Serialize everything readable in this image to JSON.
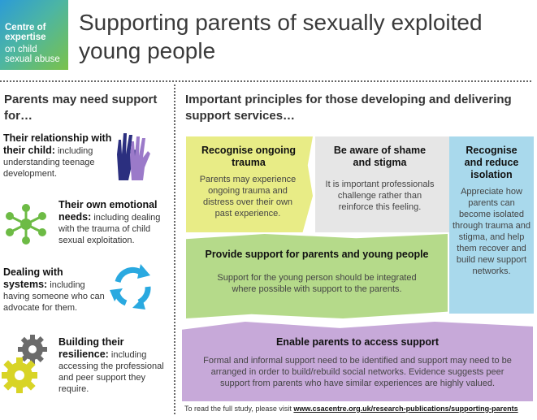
{
  "header": {
    "logo": {
      "line1": "Centre of expertise",
      "line2": "on child sexual abuse"
    },
    "title": "Supporting parents of sexually exploited young people"
  },
  "left": {
    "heading": "Parents may need support for…",
    "items": [
      {
        "title": "Their relationship with their child:",
        "text": " including understanding teenage development.",
        "icon": "hands-icon"
      },
      {
        "title": "Their own emotional needs:",
        "text": " including dealing with the trauma of child sexual exploitation.",
        "icon": "network-icon"
      },
      {
        "title": "Dealing with systems:",
        "text": " including having someone who can advocate for them.",
        "icon": "cycle-arrows-icon"
      },
      {
        "title": "Building their resilience:",
        "text": " including accessing the professional and peer support they require.",
        "icon": "gears-icon"
      }
    ]
  },
  "right": {
    "heading": "Important principles for those developing and delivering support services…",
    "boxes": [
      {
        "title": "Recognise ongoing trauma",
        "text": "Parents may experience ongoing trauma and distress over their own past experience.",
        "color": "#e8ec86"
      },
      {
        "title": "Be aware of shame and stigma",
        "text": "It is important professionals challenge rather than reinforce this feeling.",
        "color": "#e6e6e6"
      },
      {
        "title": "Recognise and reduce isolation",
        "text": "Appreciate how parents can become isolated through trauma and stigma, and help them recover and build new support networks.",
        "color": "#a9d9ec"
      },
      {
        "title": "Provide support for parents and young people",
        "text": "Support for the young person should be integrated where possible with support to the parents.",
        "color": "#b5da8a"
      },
      {
        "title": "Enable parents to access support",
        "text": "Formal and informal support need to be identified and support may need to be arranged in order to build/rebuild social networks. Evidence suggests peer support from parents who have similar experiences are highly valued.",
        "color": "#c7a9d9"
      }
    ]
  },
  "footer": {
    "text": "To read the full study, please visit ",
    "link": "www.csacentre.org.uk/research-publications/supporting-parents"
  }
}
